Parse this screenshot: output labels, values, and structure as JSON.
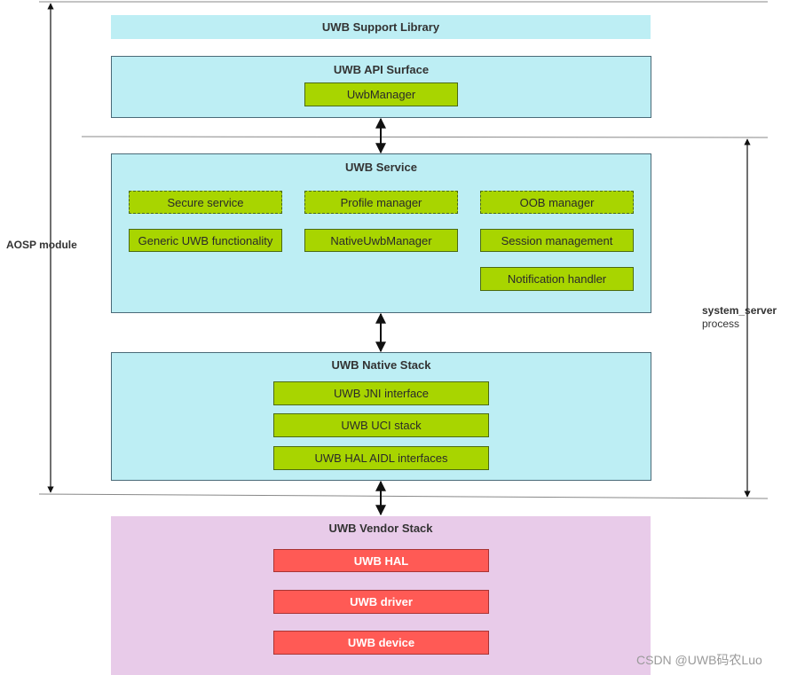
{
  "support_library": {
    "title": "UWB Support Library"
  },
  "api_surface": {
    "title": "UWB API Surface",
    "items": [
      "UwbManager"
    ]
  },
  "service": {
    "title": "UWB Service",
    "optional_items": [
      "Secure service",
      "Profile manager",
      "OOB manager"
    ],
    "items": [
      "Generic UWB functionality",
      "NativeUwbManager",
      "Session management",
      "Notification handler"
    ]
  },
  "native_stack": {
    "title": "UWB Native Stack",
    "items": [
      "UWB JNI interface",
      "UWB UCI stack",
      "UWB HAL AIDL interfaces"
    ]
  },
  "vendor_stack": {
    "title": "UWB Vendor Stack",
    "items": [
      "UWB HAL",
      "UWB driver",
      "UWB device"
    ]
  },
  "labels": {
    "aosp_module": "AOSP module",
    "system_server": "system_server",
    "process": "process"
  },
  "watermark": "CSDN @UWB码农Luo",
  "colors": {
    "layer_fill": "#bdeef4",
    "component_fill": "#a8d500",
    "vendor_fill": "#e8cbe9",
    "vendor_component_fill": "#ff5a55"
  }
}
